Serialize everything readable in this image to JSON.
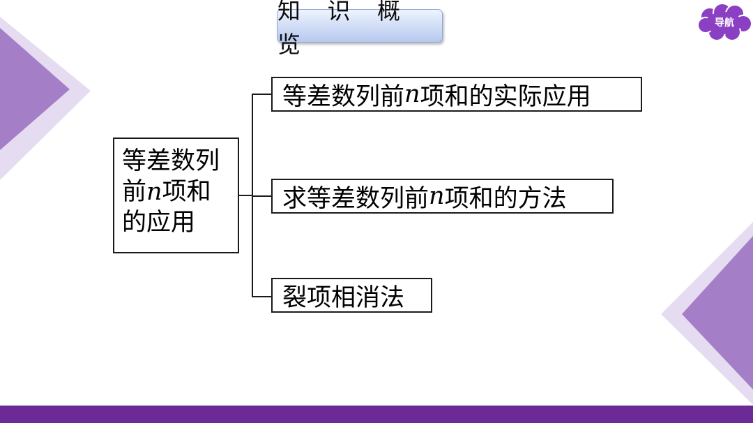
{
  "header": {
    "title": "知 识 概 览"
  },
  "nav": {
    "label": "导航"
  },
  "mindmap": {
    "root": {
      "line1": "等差数列",
      "line2_pre": "前",
      "line2_var": "n",
      "line2_post": "项和",
      "line3": "的应用"
    },
    "branches": [
      {
        "pre": "等差数列前",
        "var": "n",
        "post": "项和的实际应用"
      },
      {
        "pre": "求等差数列前",
        "var": "n",
        "post": "项和的方法"
      },
      {
        "text": "裂项相消法"
      }
    ]
  },
  "colors": {
    "accent_purple": "#6b2a96",
    "title_pill": "#cfdcf6",
    "nav_cloud": "#8b3fc2"
  }
}
